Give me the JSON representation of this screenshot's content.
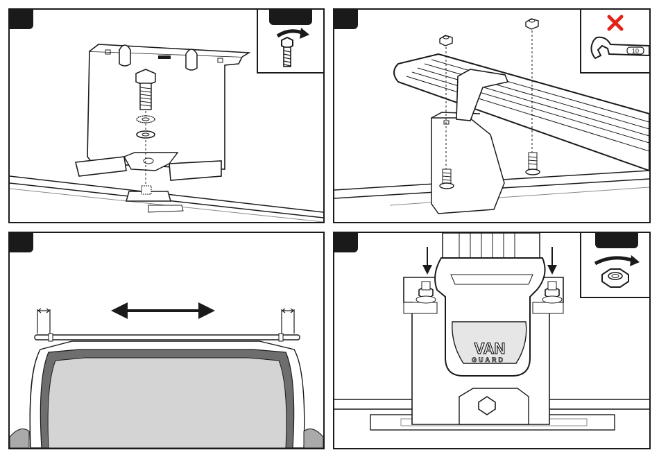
{
  "panels": {
    "p1": {
      "step": "",
      "inset_label": ""
    },
    "p2": {
      "step": "",
      "wrench_size": "10"
    },
    "p3": {
      "step": ""
    },
    "p4": {
      "step": "",
      "inset_label": "",
      "brand_main": "VAN",
      "brand_sub": "GUARD"
    }
  },
  "colors": {
    "line": "#1a1a1a",
    "accent_cross": "#e2231a",
    "glass_fill": "#d4d4d4",
    "seal": "#6e6e6e"
  }
}
